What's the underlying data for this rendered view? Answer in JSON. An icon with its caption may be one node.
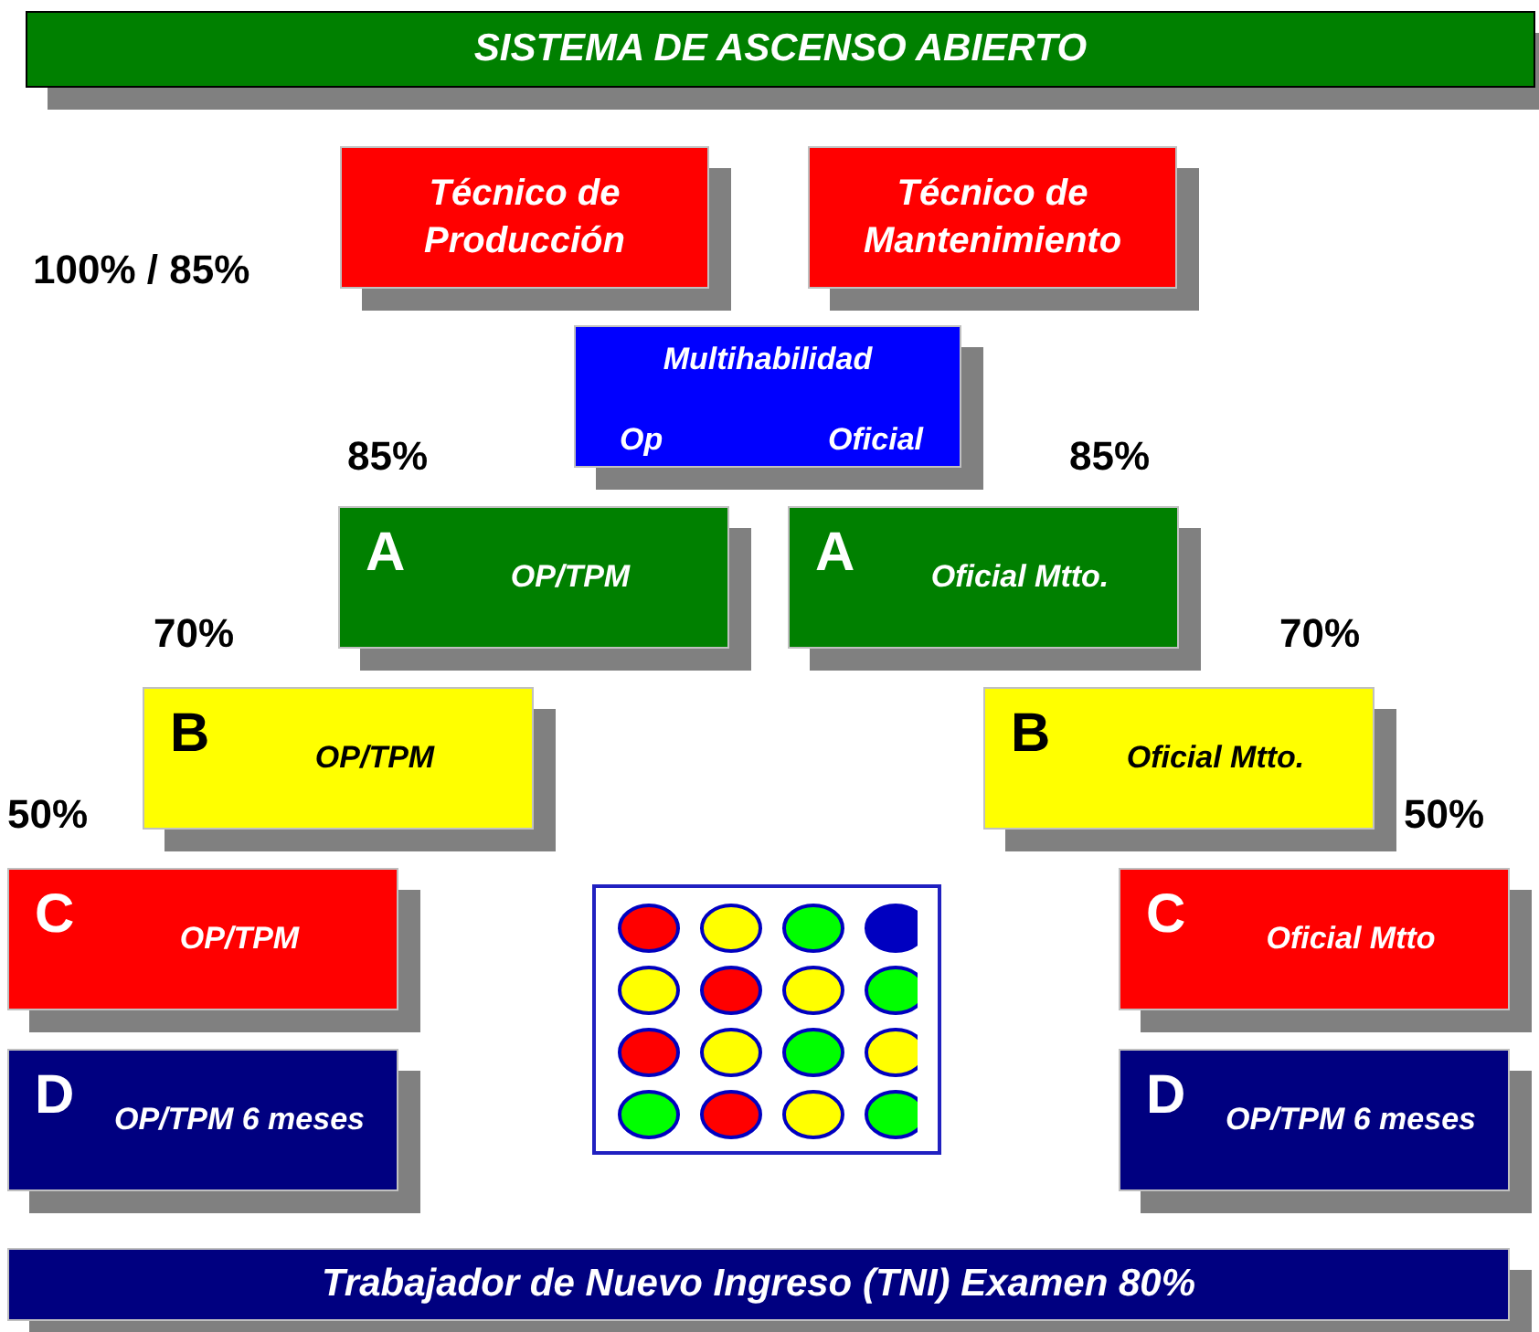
{
  "diagram": {
    "title": "SISTEMA DE ASCENSO ABIERTO",
    "nodes": [
      {
        "text": [
          "Técnico de Producción"
        ]
      },
      {
        "text": [
          "Técnico de Mantenimiento"
        ]
      },
      {
        "text": [
          "Multihabilidad",
          "Op",
          "Oficial"
        ]
      },
      {
        "text": [
          "A",
          "OP/TPM"
        ]
      },
      {
        "text": [
          "A",
          "Oficial Mtto."
        ]
      },
      {
        "text": [
          "B",
          "OP/TPM"
        ]
      },
      {
        "text": [
          "B",
          "Oficial Mtto."
        ]
      },
      {
        "text": [
          "C",
          "OP/TPM"
        ]
      },
      {
        "text": [],
        "shape": "picture"
      },
      {
        "text": [
          "C",
          "Oficial Mtto"
        ]
      },
      {
        "text": [
          "D",
          "OP/TPM 6 meses"
        ]
      },
      {
        "text": [
          "D",
          "OP/TPM 6 meses"
        ]
      },
      {
        "text": [
          "Trabajador de Nuevo Ingreso (TNI) Examen 80%"
        ]
      }
    ],
    "labels": [
      "100% / 85%",
      "85%",
      "85%",
      "70%",
      "70%",
      "50%",
      "50%"
    ]
  }
}
